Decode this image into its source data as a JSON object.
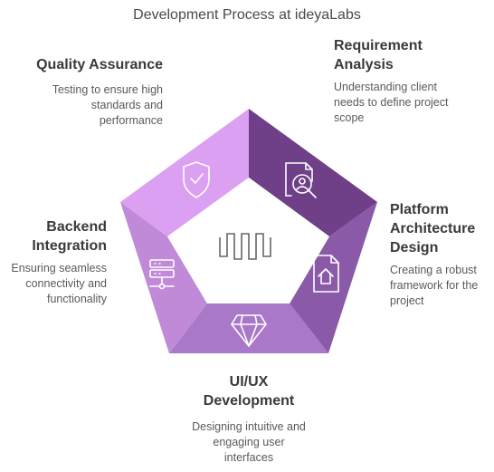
{
  "title": "Development Process at ideyaLabs",
  "colors": {
    "requirement": "#6f3f88",
    "platform": "#8a5aa8",
    "uiux": "#a978c8",
    "backend": "#c08ad8",
    "quality": "#dca0f2",
    "icon_stroke": "#ffffff"
  },
  "stages": [
    {
      "key": "requirement",
      "title": "Requirement Analysis",
      "title_lines": [
        "Requirement",
        "Analysis"
      ],
      "desc_lines": [
        "Understanding client",
        "needs to define project",
        "scope"
      ],
      "icon": "document-search-icon"
    },
    {
      "key": "platform",
      "title": "Platform Architecture Design",
      "title_lines": [
        "Platform",
        "Architecture",
        "Design"
      ],
      "desc_lines": [
        "Creating a robust",
        "framework for the",
        "project"
      ],
      "icon": "home-document-icon"
    },
    {
      "key": "uiux",
      "title": "UI/UX Development",
      "title_lines": [
        "UI/UX",
        "Development"
      ],
      "desc_lines": [
        "Designing intuitive and",
        "engaging user",
        "interfaces"
      ],
      "icon": "diamond-icon"
    },
    {
      "key": "backend",
      "title": "Backend Integration",
      "title_lines": [
        "Backend",
        "Integration"
      ],
      "desc_lines": [
        "Ensuring seamless",
        "connectivity and",
        "functionality"
      ],
      "icon": "server-icon"
    },
    {
      "key": "quality",
      "title": "Quality Assurance",
      "title_lines": [
        "Quality Assurance"
      ],
      "desc_lines": [
        "Testing to ensure high",
        "standards and",
        "performance"
      ],
      "icon": "shield-check-icon"
    }
  ],
  "center_icon": "waveform-icon"
}
